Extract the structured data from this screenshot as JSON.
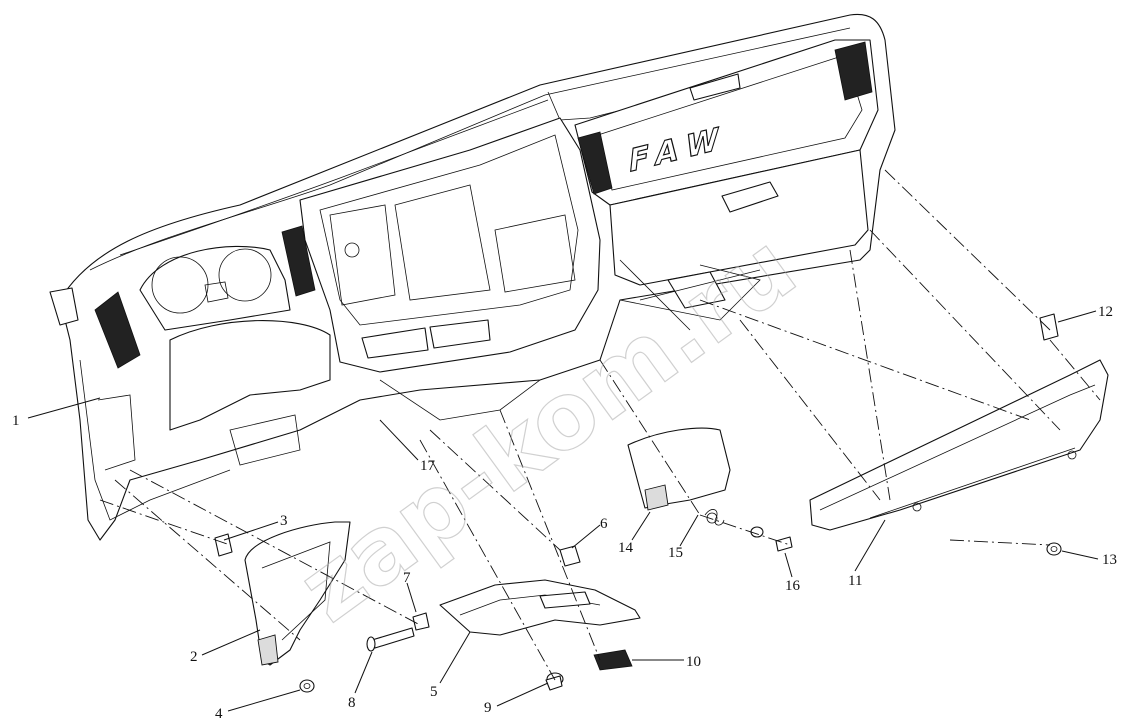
{
  "brand_text": "FAW",
  "watermark": "zap-kom.ru",
  "callouts": [
    "1",
    "2",
    "3",
    "4",
    "5",
    "6",
    "7",
    "8",
    "9",
    "10",
    "11",
    "12",
    "13",
    "14",
    "15",
    "16",
    "17"
  ]
}
